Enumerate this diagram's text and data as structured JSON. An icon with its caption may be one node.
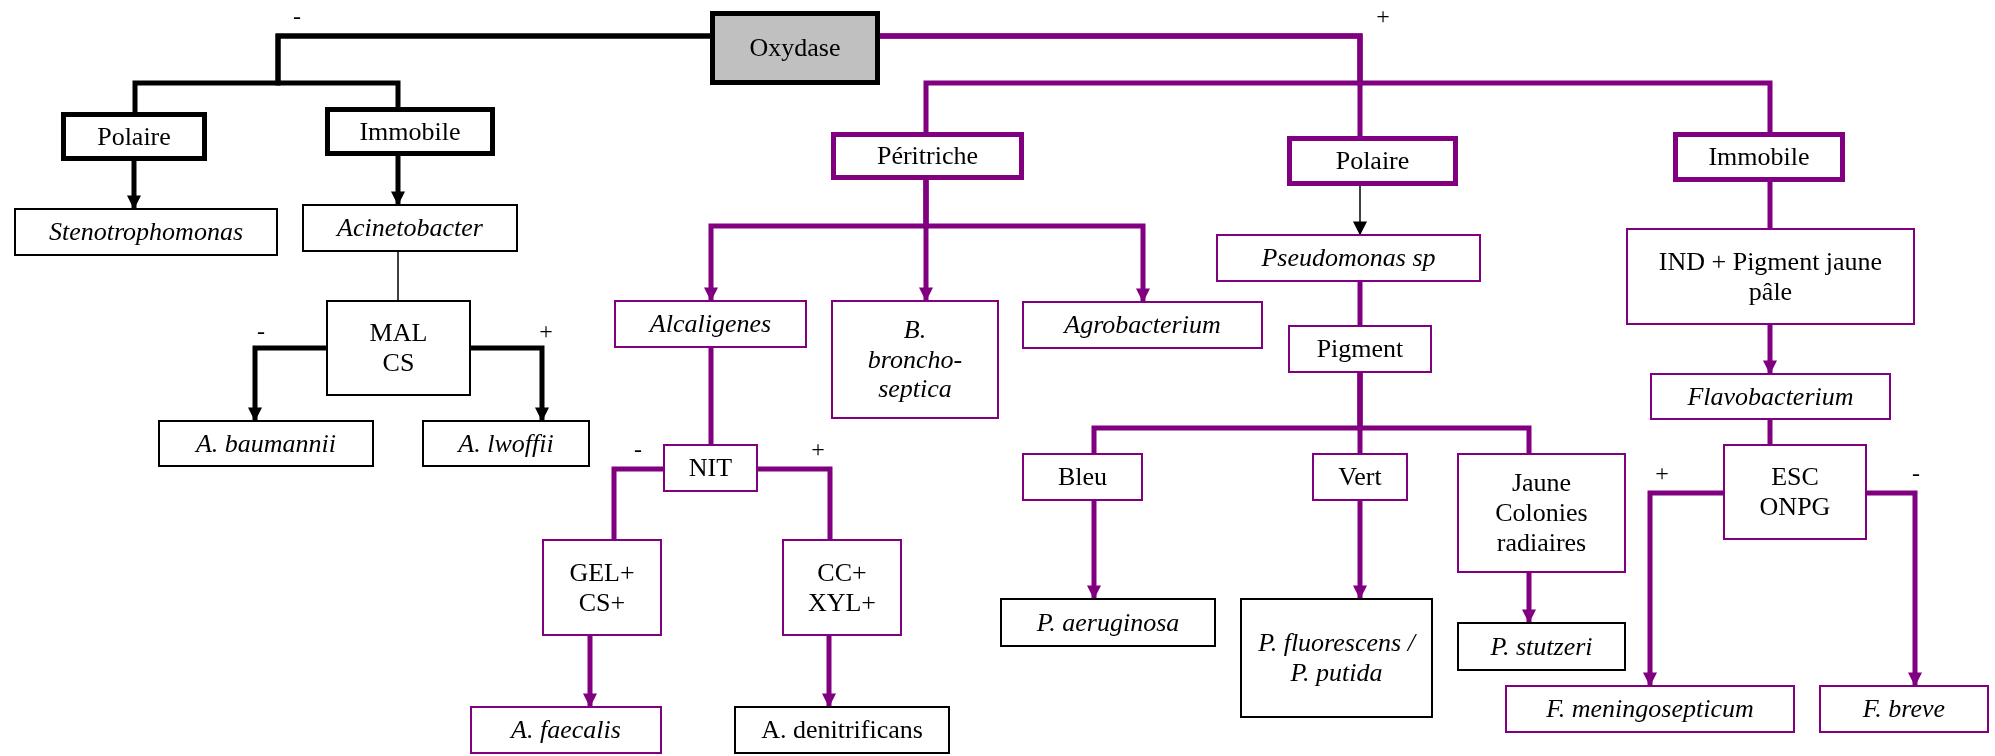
{
  "diagram": {
    "nodes": [
      {
        "text": [
          "Oxydase"
        ]
      },
      {
        "text": [
          "Polaire"
        ]
      },
      {
        "text": [
          "Immobile"
        ]
      },
      {
        "text": [
          "Stenotrophomonas"
        ]
      },
      {
        "text": [
          "Acinetobacter"
        ]
      },
      {
        "text": [
          "MAL CS"
        ]
      },
      {
        "text": [
          "A. baumannii"
        ]
      },
      {
        "text": [
          "A. lwoffii"
        ]
      },
      {
        "text": [
          "Péritriche"
        ]
      },
      {
        "text": [
          "Polaire"
        ]
      },
      {
        "text": [
          "Immobile"
        ]
      },
      {
        "text": [
          "Alcaligenes"
        ]
      },
      {
        "text": [
          "B. broncho-septica"
        ]
      },
      {
        "text": [
          "Agrobacterium"
        ]
      },
      {
        "text": [
          "NIT"
        ]
      },
      {
        "text": [
          "GEL+ CS+"
        ]
      },
      {
        "text": [
          "CC+ XYL+"
        ]
      },
      {
        "text": [
          "A. faecalis"
        ]
      },
      {
        "text": [
          "A. denitrificans"
        ]
      },
      {
        "text": [
          "Pseudomonas sp"
        ]
      },
      {
        "text": [
          "Pigment"
        ]
      },
      {
        "text": [
          "Bleu"
        ]
      },
      {
        "text": [
          "Vert"
        ]
      },
      {
        "text": [
          "Jaune Colonies radiaires"
        ]
      },
      {
        "text": [
          "P. aeruginosa"
        ]
      },
      {
        "text": [
          "P. fluorescens / P. putida"
        ]
      },
      {
        "text": [
          "P. stutzeri"
        ]
      },
      {
        "text": [
          "IND + Pigment jaune pâle"
        ]
      },
      {
        "text": [
          "Flavobacterium"
        ]
      },
      {
        "text": [
          "ESC ONPG"
        ]
      },
      {
        "text": [
          "F. meningosepticum"
        ]
      },
      {
        "text": [
          "F. breve"
        ]
      }
    ],
    "edges": [
      {
        "from": 0,
        "to": 1,
        "arrow": "none",
        "color": "#000000"
      },
      {
        "from": 0,
        "to": 2,
        "arrow": "none",
        "color": "#000000"
      },
      {
        "from": 1,
        "to": 3,
        "arrow": "to",
        "color": "#000000"
      },
      {
        "from": 2,
        "to": 4,
        "arrow": "to",
        "color": "#000000"
      },
      {
        "from": 4,
        "to": 5,
        "arrow": "none",
        "color": "#000000"
      },
      {
        "from": 5,
        "to": 6,
        "arrow": "to",
        "color": "#000000"
      },
      {
        "from": 5,
        "to": 7,
        "arrow": "to",
        "color": "#000000"
      },
      {
        "from": 0,
        "to": 8,
        "arrow": "none"
      },
      {
        "from": 0,
        "to": 9,
        "arrow": "none"
      },
      {
        "from": 0,
        "to": 10,
        "arrow": "none"
      },
      {
        "from": 8,
        "to": 11,
        "arrow": "to"
      },
      {
        "from": 8,
        "to": 12,
        "arrow": "to"
      },
      {
        "from": 8,
        "to": 13,
        "arrow": "to"
      },
      {
        "from": 11,
        "to": 14,
        "arrow": "none"
      },
      {
        "from": 14,
        "to": 15,
        "arrow": "none"
      },
      {
        "from": 14,
        "to": 16,
        "arrow": "none"
      },
      {
        "from": 15,
        "to": 17,
        "arrow": "to"
      },
      {
        "from": 16,
        "to": 18,
        "arrow": "to"
      },
      {
        "from": 9,
        "to": 19,
        "arrow": "to",
        "color": "#000000"
      },
      {
        "from": 19,
        "to": 20,
        "arrow": "none"
      },
      {
        "from": 20,
        "to": 21,
        "arrow": "none"
      },
      {
        "from": 20,
        "to": 22,
        "arrow": "none"
      },
      {
        "from": 20,
        "to": 23,
        "arrow": "none"
      },
      {
        "from": 21,
        "to": 24,
        "arrow": "to"
      },
      {
        "from": 22,
        "to": 25,
        "arrow": "to"
      },
      {
        "from": 23,
        "to": 26,
        "arrow": "to"
      },
      {
        "from": 10,
        "to": 27,
        "arrow": "none"
      },
      {
        "from": 27,
        "to": 28,
        "arrow": "to"
      },
      {
        "from": 28,
        "to": 29,
        "arrow": "none"
      },
      {
        "from": 29,
        "to": 30,
        "arrow": "to"
      },
      {
        "from": 29,
        "to": 31,
        "arrow": "to"
      }
    ],
    "labels": [
      "-",
      "+",
      "-",
      "+",
      "-",
      "+",
      "+",
      "-"
    ]
  }
}
